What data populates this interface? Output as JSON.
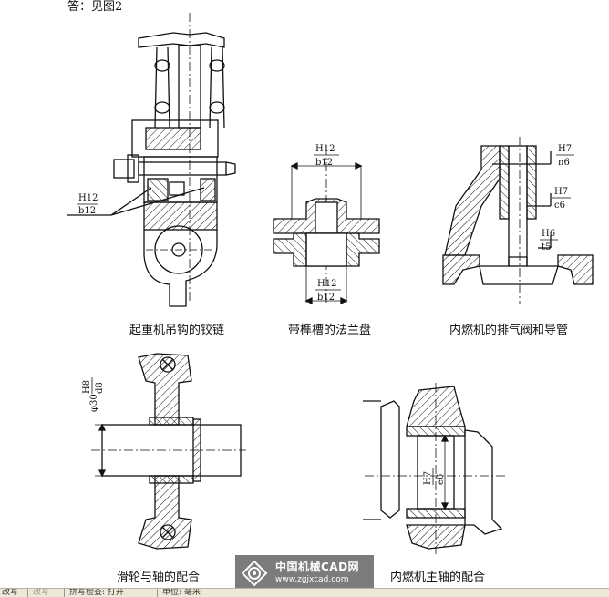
{
  "header": {
    "answer": "答：见图2"
  },
  "figures": {
    "crane_hook": {
      "caption": "起重机吊钩的铰链",
      "fit": {
        "upper": "H12",
        "lower": "b12"
      }
    },
    "flange": {
      "caption": "带榫槽的法兰盘",
      "fit_top": {
        "upper": "H12",
        "lower": "b12"
      },
      "fit_bottom": {
        "upper": "H12",
        "lower": "b12"
      }
    },
    "exhaust_valve": {
      "caption": "内燃机的排气阀和导管",
      "fit_1": {
        "upper": "H7",
        "lower": "n6"
      },
      "fit_2": {
        "upper": "H7",
        "lower": "c6"
      },
      "fit_3": {
        "upper": "H6",
        "lower": "t5"
      }
    },
    "pulley": {
      "caption": "滑轮与轴的配合",
      "fit": {
        "prefix": "φ30",
        "upper": "H8",
        "lower": "d8"
      }
    },
    "main_shaft": {
      "caption": "内燃机主轴的配合",
      "fit": {
        "upper": "H7",
        "lower": "e6"
      }
    }
  },
  "watermark": {
    "name": "中国机械CAD网",
    "url": "www.zgjxcad.com"
  },
  "status_bar": {
    "items": [
      "改写",
      "改写",
      "拼写检查: 打开",
      "单位: 毫米"
    ]
  }
}
